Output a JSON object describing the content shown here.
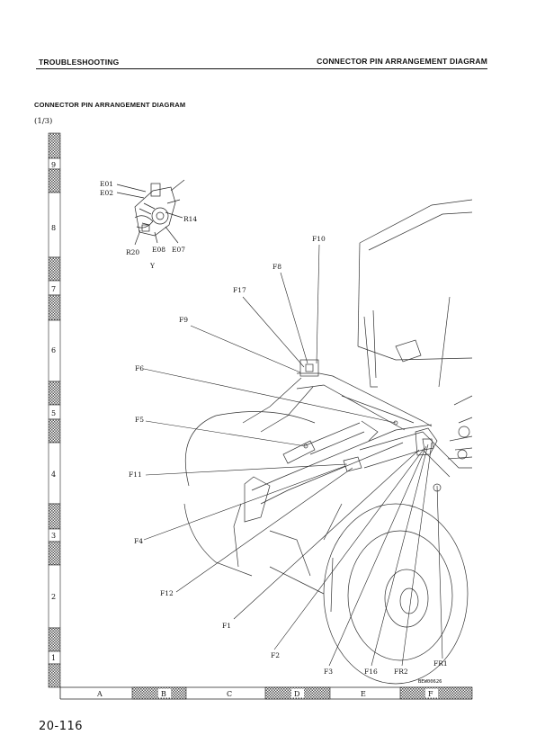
{
  "header": {
    "left": "TROUBLESHOOTING",
    "right": "CONNECTOR PIN ARRANGEMENT DIAGRAM"
  },
  "section_title": "CONNECTOR PIN ARRANGEMENT DIAGRAM",
  "sheet_indicator": "(1/3)",
  "grid": {
    "rows": [
      "9",
      "8",
      "7",
      "6",
      "5",
      "4",
      "3",
      "2",
      "1"
    ],
    "columns": [
      "A",
      "B",
      "C",
      "D",
      "E",
      "F"
    ]
  },
  "detail_view": {
    "view_label": "Y",
    "labels": [
      "E01",
      "E02",
      "R14",
      "R20",
      "E08",
      "E07"
    ]
  },
  "callouts": [
    "F10",
    "F8",
    "F17",
    "F9",
    "F6",
    "F5",
    "F11",
    "F4",
    "F12",
    "F1",
    "F2",
    "F3",
    "F16",
    "FR2",
    "FR1"
  ],
  "drawing_code": "BEW00626",
  "page_number": "20-116"
}
